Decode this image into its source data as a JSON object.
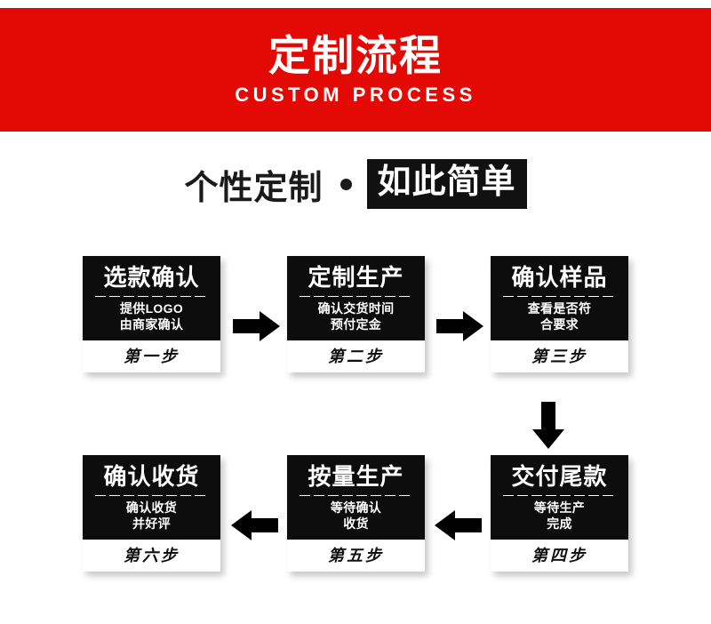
{
  "banner": {
    "title": "定制流程",
    "subtitle": "CUSTOM PROCESS",
    "background_color": "#e30a06",
    "text_color": "#ffffff"
  },
  "subhead": {
    "left_text": "个性定制",
    "separator": "bullet-dot",
    "highlight_text": "如此简单",
    "highlight_bg": "#111111",
    "highlight_fg": "#ffffff",
    "text_color": "#1a1a1a"
  },
  "flow": {
    "card_bg": "#0d0d0d",
    "card_fg": "#ffffff",
    "footer_bg": "#ffffff",
    "footer_fg": "#111111",
    "steps": [
      {
        "title": "选款确认",
        "desc_line1": "提供LOGO",
        "desc_line2": "由商家确认",
        "footer": "第一步"
      },
      {
        "title": "定制生产",
        "desc_line1": "确认交货时间",
        "desc_line2": "预付定金",
        "footer": "第二步"
      },
      {
        "title": "确认样品",
        "desc_line1": "查看是否符",
        "desc_line2": "合要求",
        "footer": "第三步"
      },
      {
        "title": "交付尾款",
        "desc_line1": "等待生产",
        "desc_line2": "完成",
        "footer": "第四步"
      },
      {
        "title": "按量生产",
        "desc_line1": "等待确认",
        "desc_line2": "收货",
        "footer": "第五步"
      },
      {
        "title": "确认收货",
        "desc_line1": "确认收货",
        "desc_line2": "并好评",
        "footer": "第六步"
      }
    ],
    "arrows": [
      {
        "name": "arrow-right-step1-step2",
        "direction": "right"
      },
      {
        "name": "arrow-right-step2-step3",
        "direction": "right"
      },
      {
        "name": "arrow-down-step3-step4",
        "direction": "down"
      },
      {
        "name": "arrow-left-step4-step5",
        "direction": "left"
      },
      {
        "name": "arrow-left-step5-step6",
        "direction": "left"
      }
    ]
  }
}
